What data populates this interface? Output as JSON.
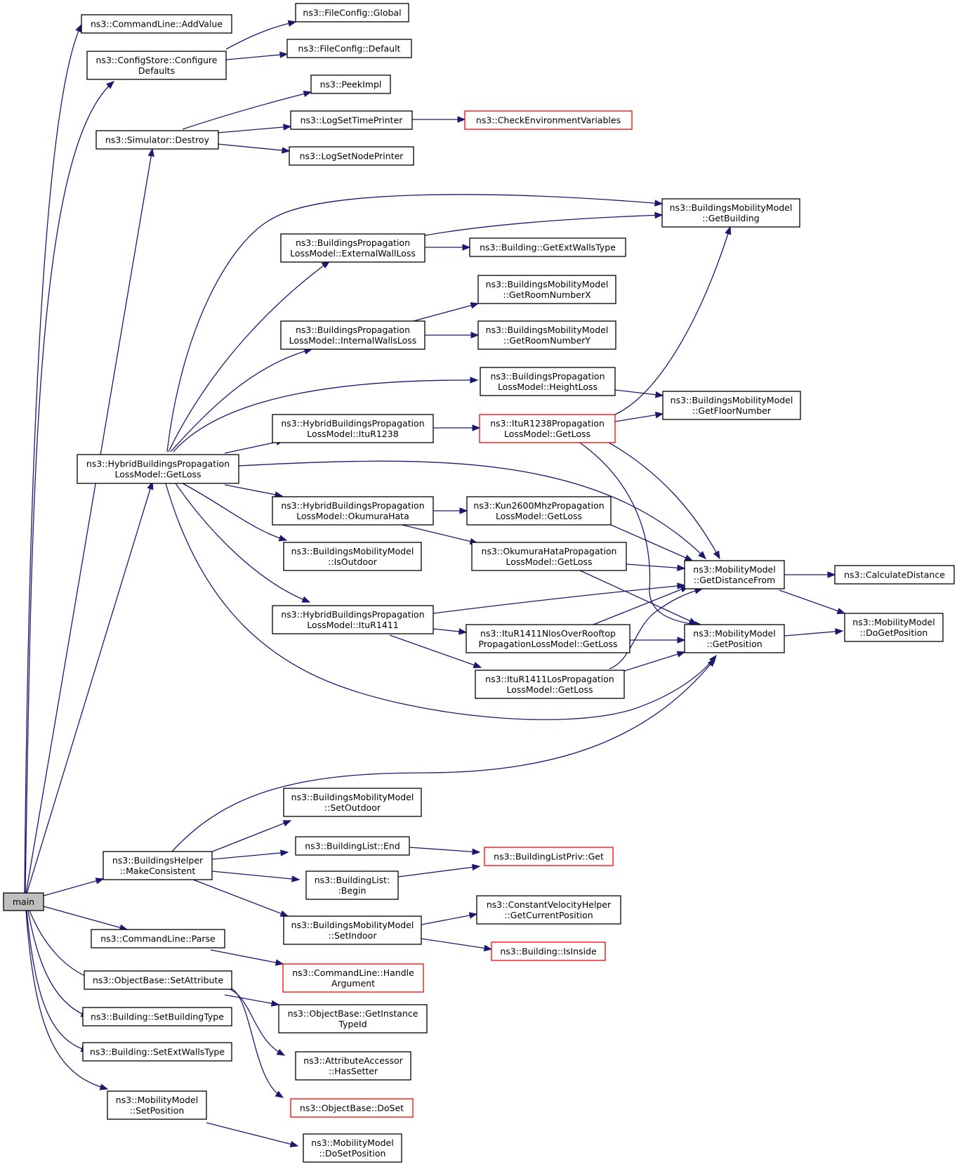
{
  "colors": {
    "edge": "#191970",
    "node_border": "#000000",
    "truncated_border": "#ff0000",
    "root_fill": "#bfbfbf",
    "background": "#ffffff"
  },
  "nodes": {
    "main": {
      "lines": [
        "main"
      ]
    },
    "cmdAddValue": {
      "lines": [
        "ns3::CommandLine::AddValue"
      ]
    },
    "configDefaults": {
      "lines": [
        "ns3::ConfigStore::Configure",
        "Defaults"
      ]
    },
    "fileGlobal": {
      "lines": [
        "ns3::FileConfig::Global"
      ]
    },
    "fileDefault": {
      "lines": [
        "ns3::FileConfig::Default"
      ]
    },
    "peekImpl": {
      "lines": [
        "ns3::PeekImpl"
      ]
    },
    "simDestroy": {
      "lines": [
        "ns3::Simulator::Destroy"
      ]
    },
    "logTime": {
      "lines": [
        "ns3::LogSetTimePrinter"
      ]
    },
    "checkEnv": {
      "lines": [
        "ns3::CheckEnvironmentVariables"
      ]
    },
    "logNode": {
      "lines": [
        "ns3::LogSetNodePrinter"
      ]
    },
    "bmmGetBuilding": {
      "lines": [
        "ns3::BuildingsMobilityModel",
        "::GetBuilding"
      ]
    },
    "bplExternal": {
      "lines": [
        "ns3::BuildingsPropagation",
        "LossModel::ExternalWallLoss"
      ]
    },
    "buildingExtWalls": {
      "lines": [
        "ns3::Building::GetExtWallsType"
      ]
    },
    "bmmRoomX": {
      "lines": [
        "ns3::BuildingsMobilityModel",
        "::GetRoomNumberX"
      ]
    },
    "bplInternal": {
      "lines": [
        "ns3::BuildingsPropagation",
        "LossModel::InternalWallsLoss"
      ]
    },
    "bmmRoomY": {
      "lines": [
        "ns3::BuildingsMobilityModel",
        "::GetRoomNumberY"
      ]
    },
    "bplHeight": {
      "lines": [
        "ns3::BuildingsPropagation",
        "LossModel::HeightLoss"
      ]
    },
    "bmmFloor": {
      "lines": [
        "ns3::BuildingsMobilityModel",
        "::GetFloorNumber"
      ]
    },
    "hbplItu1238": {
      "lines": [
        "ns3::HybridBuildingsPropagation",
        "LossModel::ItuR1238"
      ]
    },
    "itu1238GetLoss": {
      "lines": [
        "ns3::ItuR1238Propagation",
        "LossModel::GetLoss"
      ]
    },
    "hbplGetLoss": {
      "lines": [
        "ns3::HybridBuildingsPropagation",
        "LossModel::GetLoss"
      ]
    },
    "hbplOkumura": {
      "lines": [
        "ns3::HybridBuildingsPropagation",
        "LossModel::OkumuraHata"
      ]
    },
    "kunGetLoss": {
      "lines": [
        "ns3::Kun2600MhzPropagation",
        "LossModel::GetLoss"
      ]
    },
    "bmmIsOutdoor": {
      "lines": [
        "ns3::BuildingsMobilityModel",
        "::IsOutdoor"
      ]
    },
    "okumuraGetLoss": {
      "lines": [
        "ns3::OkumuraHataPropagation",
        "LossModel::GetLoss"
      ]
    },
    "mmGetDistance": {
      "lines": [
        "ns3::MobilityModel",
        "::GetDistanceFrom"
      ]
    },
    "calcDistance": {
      "lines": [
        "ns3::CalculateDistance"
      ]
    },
    "hbplItu1411": {
      "lines": [
        "ns3::HybridBuildingsPropagation",
        "LossModel::ItuR1411"
      ]
    },
    "ituNlosGetLoss": {
      "lines": [
        "ns3::ItuR1411NlosOverRooftop",
        "PropagationLossModel::GetLoss"
      ]
    },
    "mmGetPosition": {
      "lines": [
        "ns3::MobilityModel",
        "::GetPosition"
      ]
    },
    "mmDoGetPosition": {
      "lines": [
        "ns3::MobilityModel",
        "::DoGetPosition"
      ]
    },
    "ituLosGetLoss": {
      "lines": [
        "ns3::ItuR1411LosPropagation",
        "LossModel::GetLoss"
      ]
    },
    "bmmSetOutdoor": {
      "lines": [
        "ns3::BuildingsMobilityModel",
        "::SetOutdoor"
      ]
    },
    "blEnd": {
      "lines": [
        "ns3::BuildingList::End"
      ]
    },
    "blPrivGet": {
      "lines": [
        "ns3::BuildingListPriv::Get"
      ]
    },
    "bhMakeConsistent": {
      "lines": [
        "ns3::BuildingsHelper",
        "::MakeConsistent"
      ]
    },
    "blBegin": {
      "lines": [
        "ns3::BuildingList:",
        ":Begin"
      ]
    },
    "cvhGetCurrentPos": {
      "lines": [
        "ns3::ConstantVelocityHelper",
        "::GetCurrentPosition"
      ]
    },
    "bmmSetIndoor": {
      "lines": [
        "ns3::BuildingsMobilityModel",
        "::SetIndoor"
      ]
    },
    "buildingIsInside": {
      "lines": [
        "ns3::Building::IsInside"
      ]
    },
    "cmdParse": {
      "lines": [
        "ns3::CommandLine::Parse"
      ]
    },
    "cmdHandleArg": {
      "lines": [
        "ns3::CommandLine::Handle",
        "Argument"
      ]
    },
    "objSetAttribute": {
      "lines": [
        "ns3::ObjectBase::SetAttribute"
      ]
    },
    "objGetInstance": {
      "lines": [
        "ns3::ObjectBase::GetInstance",
        "TypeId"
      ]
    },
    "buildingSetType": {
      "lines": [
        "ns3::Building::SetBuildingType"
      ]
    },
    "attrHasSetter": {
      "lines": [
        "ns3::AttributeAccessor",
        "::HasSetter"
      ]
    },
    "buildingSetExtWalls": {
      "lines": [
        "ns3::Building::SetExtWallsType"
      ]
    },
    "objDoSet": {
      "lines": [
        "ns3::ObjectBase::DoSet"
      ]
    },
    "mmSetPosition": {
      "lines": [
        "ns3::MobilityModel",
        "::SetPosition"
      ]
    },
    "mmDoSetPosition": {
      "lines": [
        "ns3::MobilityModel",
        "::DoSetPosition"
      ]
    }
  }
}
